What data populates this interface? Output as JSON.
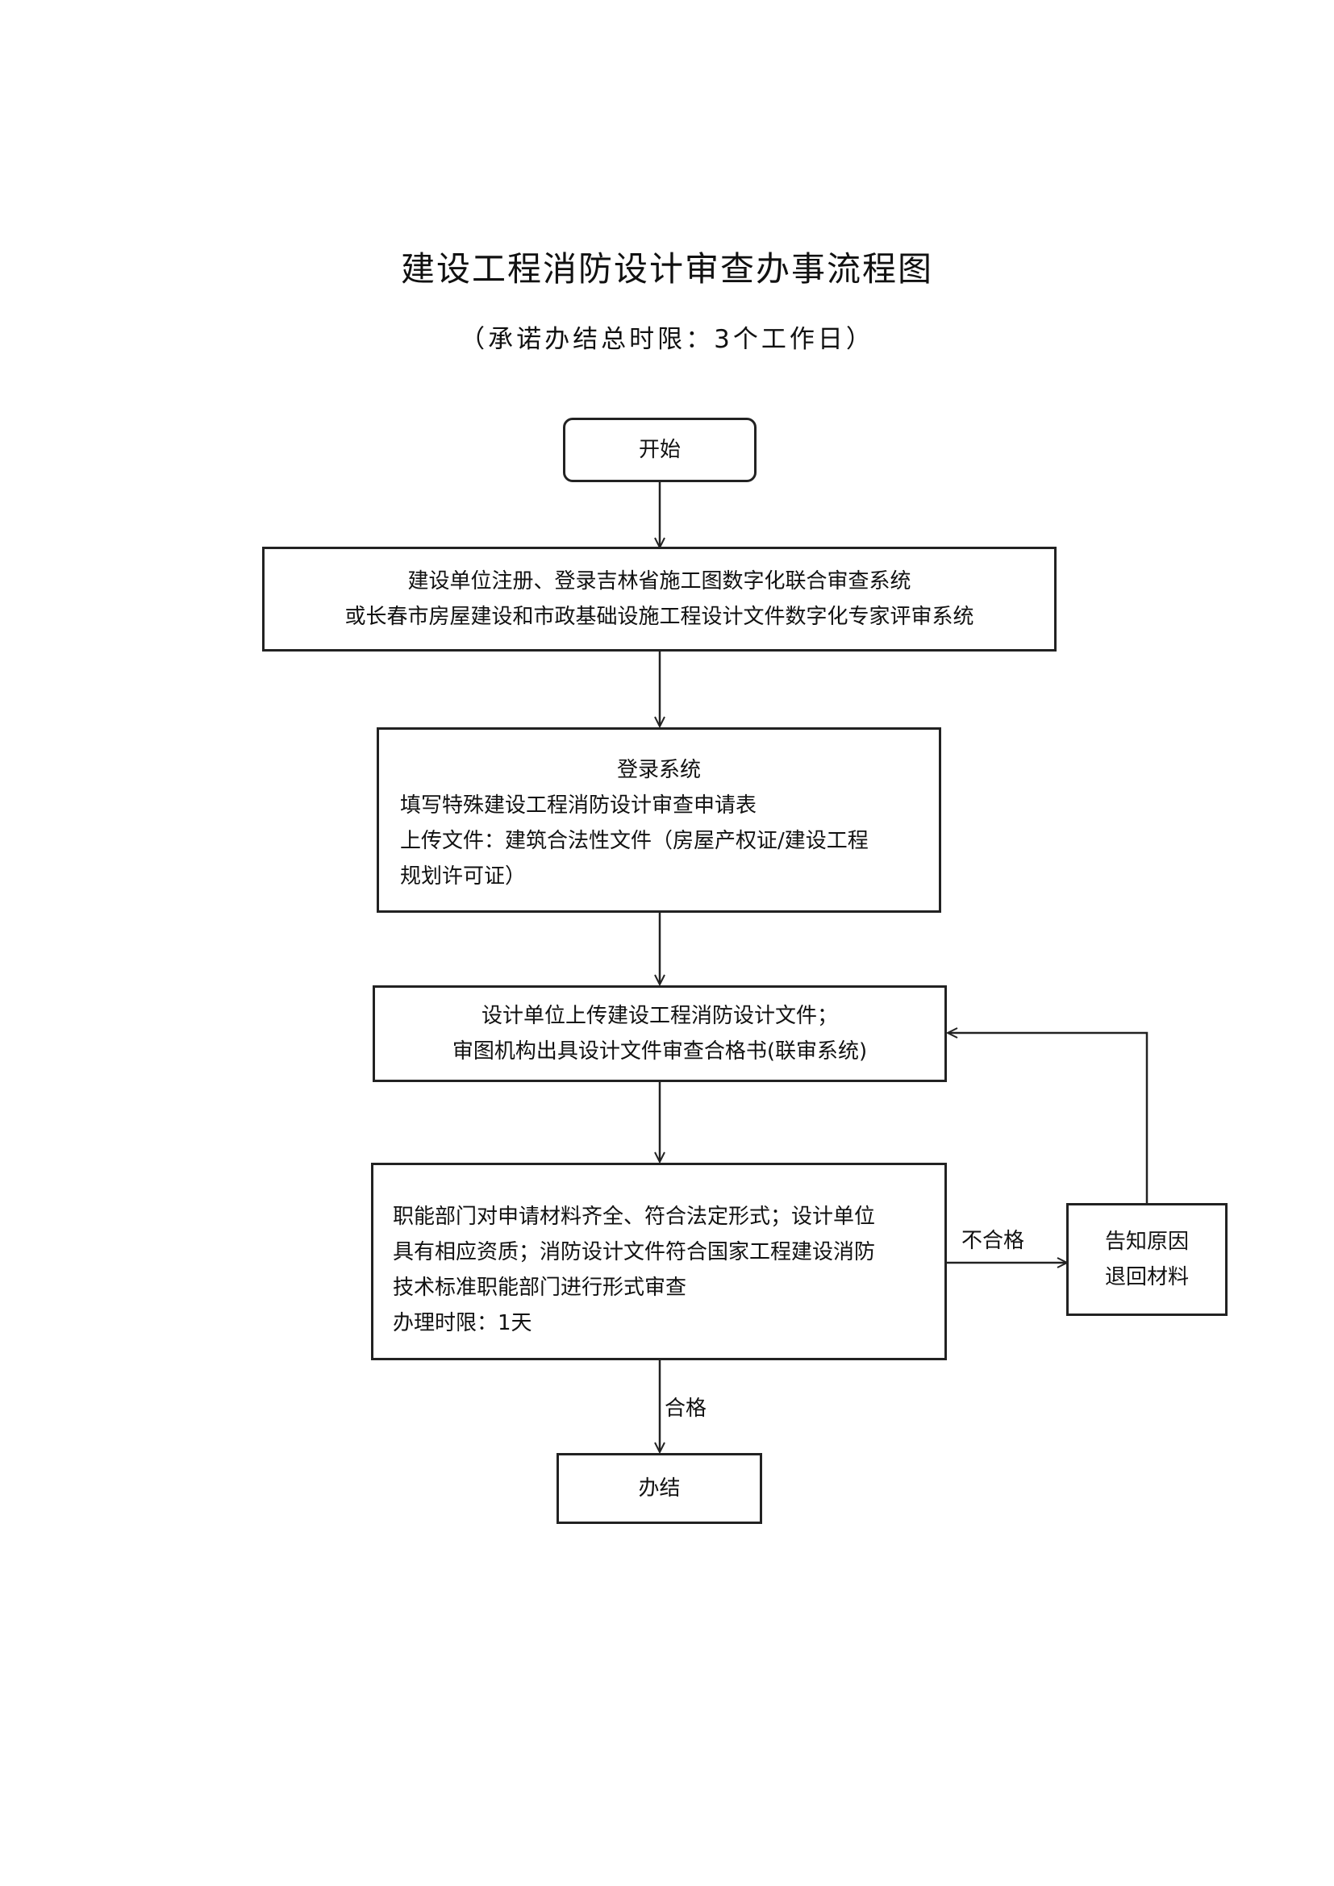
{
  "title": "建设工程消防设计审查办事流程图",
  "subtitle": "（承诺办结总时限：3个工作日）",
  "nodes": {
    "start": "开始",
    "register": [
      "建设单位注册、登录吉林省施工图数字化联合审查系统",
      "或长春市房屋建设和市政基础设施工程设计文件数字化专家评审系统"
    ],
    "login": {
      "heading": "登录系统",
      "lines": [
        "填写特殊建设工程消防设计审查申请表",
        "上传文件：建筑合法性文件（房屋产权证/建设工程",
        "规划许可证）"
      ]
    },
    "upload": [
      "设计单位上传建设工程消防设计文件；",
      "审图机构出具设计文件审查合格书(联审系统)"
    ],
    "review": [
      "职能部门对申请材料齐全、符合法定形式；设计单位",
      "具有相应资质；消防设计文件符合国家工程建设消防",
      "技术标准职能部门进行形式审查",
      "办理时限：1天"
    ],
    "reject": [
      "告知原因",
      "退回材料"
    ],
    "end": "办结"
  },
  "edges": {
    "fail": "不合格",
    "pass": "合格"
  }
}
